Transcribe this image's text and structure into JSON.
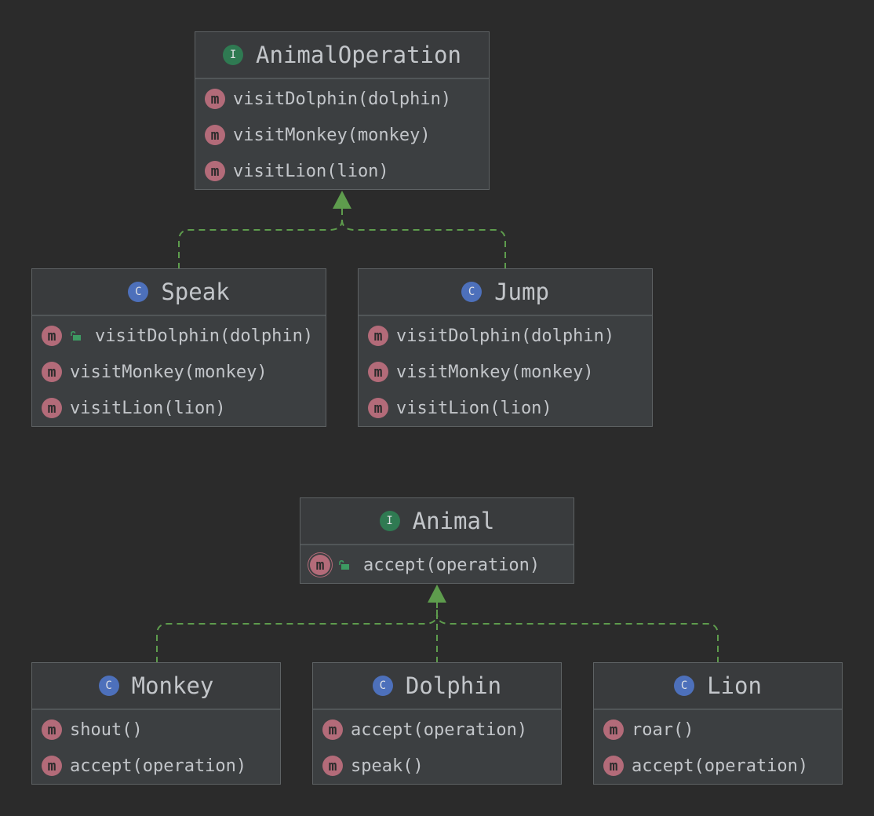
{
  "colors": {
    "background": "#2b2b2b",
    "node_fill": "#3c3f41",
    "edge": "#5e9c4d",
    "interface_badge": "#2f7a52",
    "class_badge": "#4d70bb",
    "method_badge": "#b36b79"
  },
  "nodes": {
    "animal_operation": {
      "kind": "I",
      "title": "AnimalOperation",
      "members": [
        "visitDolphin(dolphin)",
        "visitMonkey(monkey)",
        "visitLion(lion)"
      ]
    },
    "speak": {
      "kind": "C",
      "title": "Speak",
      "members": [
        "visitDolphin(dolphin)",
        "visitMonkey(monkey)",
        "visitLion(lion)"
      ]
    },
    "jump": {
      "kind": "C",
      "title": "Jump",
      "members": [
        "visitDolphin(dolphin)",
        "visitMonkey(monkey)",
        "visitLion(lion)"
      ]
    },
    "animal": {
      "kind": "I",
      "title": "Animal",
      "members": [
        "accept(operation)"
      ]
    },
    "monkey": {
      "kind": "C",
      "title": "Monkey",
      "members": [
        "shout()",
        "accept(operation)"
      ]
    },
    "dolphin": {
      "kind": "C",
      "title": "Dolphin",
      "members": [
        "accept(operation)",
        "speak()"
      ]
    },
    "lion": {
      "kind": "C",
      "title": "Lion",
      "members": [
        "roar()",
        "accept(operation)"
      ]
    }
  },
  "method_badge_letter": "m",
  "edges": [
    {
      "from": "Speak",
      "to": "AnimalOperation",
      "type": "realization"
    },
    {
      "from": "Jump",
      "to": "AnimalOperation",
      "type": "realization"
    },
    {
      "from": "Monkey",
      "to": "Animal",
      "type": "realization"
    },
    {
      "from": "Dolphin",
      "to": "Animal",
      "type": "realization"
    },
    {
      "from": "Lion",
      "to": "Animal",
      "type": "realization"
    }
  ]
}
